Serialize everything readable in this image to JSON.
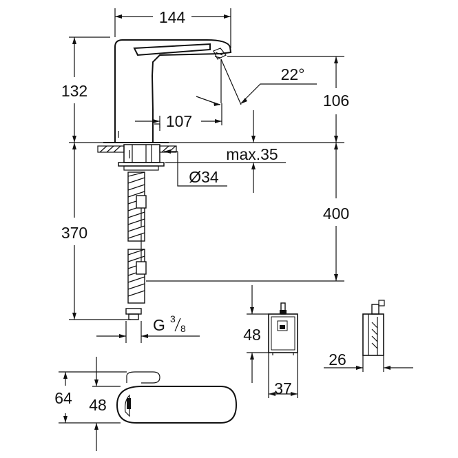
{
  "dimensions": {
    "spout_reach": "144",
    "body_height": "132",
    "spray_angle": "22°",
    "outlet_height": "106",
    "sensor_offset": "107",
    "max_thickness": "max.35",
    "hole_diameter": "Ø34",
    "hose_length": "370",
    "box_depth": "400",
    "thread_size_prefix": "G",
    "thread_size_num": "3",
    "thread_size_den": "8",
    "box_height": "48",
    "box_width": "37",
    "box_thickness": "26",
    "top_view_height": "64",
    "top_view_width": "48"
  },
  "colors": {
    "line": "#111111",
    "background": "#ffffff"
  }
}
